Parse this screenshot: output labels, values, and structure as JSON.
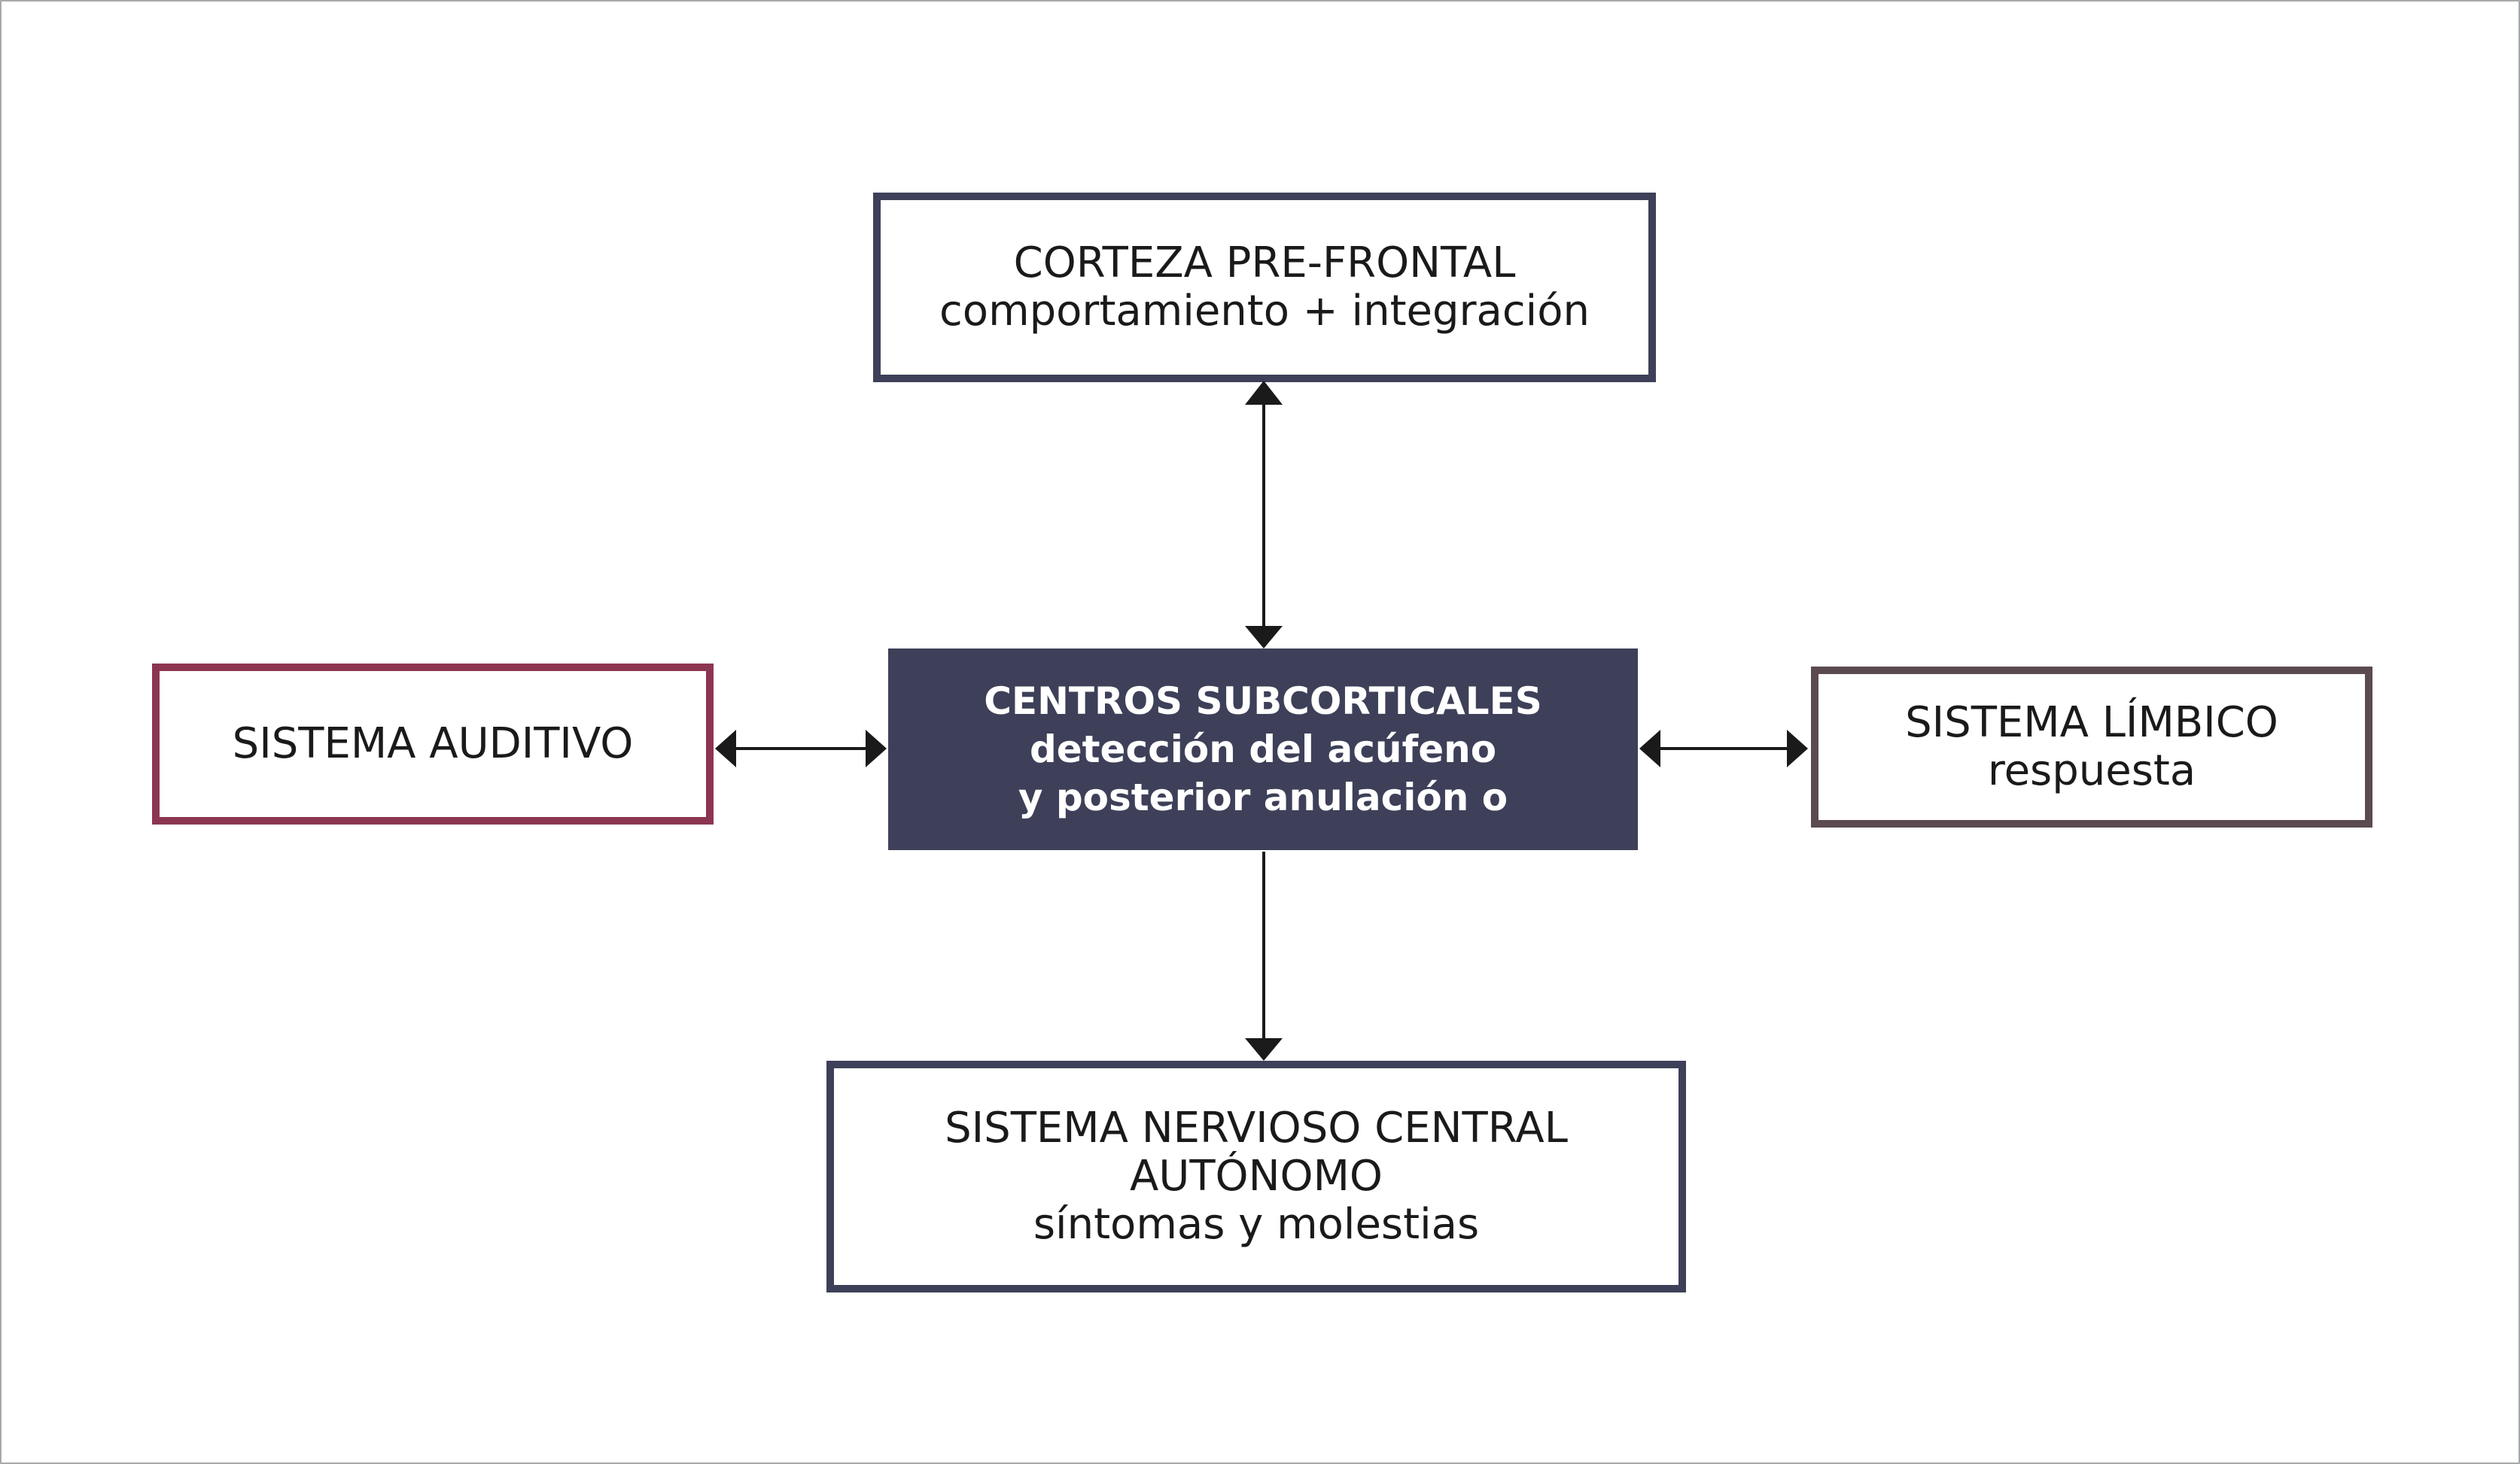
{
  "colors": {
    "navy": "#3d4058",
    "auditivo_border": "#8c3551",
    "limbico_border": "#5b4a50",
    "arrow": "#1a1a1a"
  },
  "nodes": {
    "cortex": {
      "title": "CORTEZA PRE-FRONTAL",
      "subtitle": "comportamiento + integración"
    },
    "auditivo": {
      "title": "SISTEMA AUDITIVO"
    },
    "subcortical": {
      "title": "CENTROS SUBCORTICALES",
      "line2": "detección del acúfeno",
      "line3": "y posterior anulación o"
    },
    "limbico": {
      "title": "SISTEMA LÍMBICO",
      "subtitle": "respuesta"
    },
    "snc": {
      "title_line1": "SISTEMA NERVIOSO CENTRAL",
      "title_line2": "AUTÓNOMO",
      "subtitle": "síntomas y molestias"
    }
  },
  "edges": [
    {
      "from": "subcortical",
      "to": "cortex",
      "direction": "bidirectional"
    },
    {
      "from": "auditivo",
      "to": "subcortical",
      "direction": "bidirectional"
    },
    {
      "from": "subcortical",
      "to": "limbico",
      "direction": "bidirectional"
    },
    {
      "from": "subcortical",
      "to": "snc",
      "direction": "forward"
    }
  ]
}
